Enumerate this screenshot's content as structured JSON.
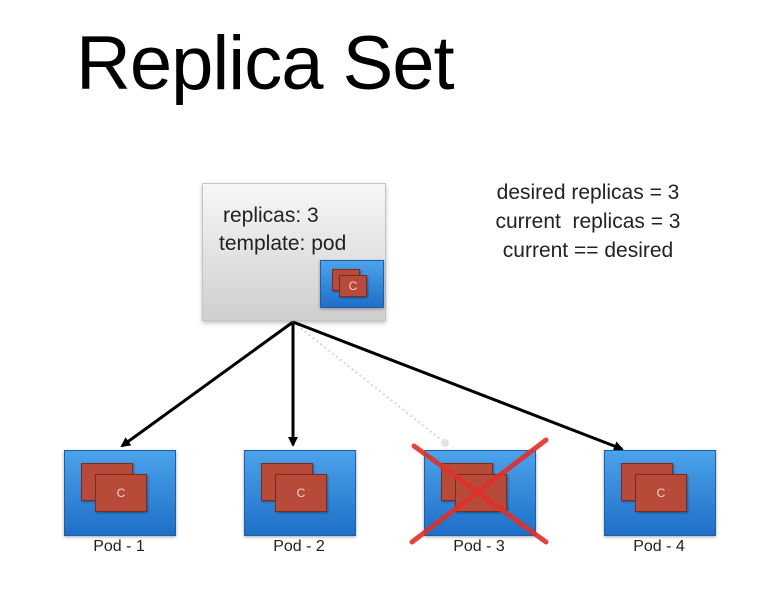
{
  "title": "Replica Set",
  "replica_set": {
    "replicas_line": "replicas: 3",
    "template_line": "template: pod",
    "container_letter": "C"
  },
  "status": {
    "line1": "desired replicas = 3",
    "line2": "current  replicas = 3",
    "line3": "current == desired"
  },
  "pods": [
    {
      "label": "Pod - 1",
      "container_letter": "C",
      "deleted": false
    },
    {
      "label": "Pod - 2",
      "container_letter": "C",
      "deleted": false
    },
    {
      "label": "Pod - 3",
      "container_letter": "",
      "deleted": true
    },
    {
      "label": "Pod - 4",
      "container_letter": "C",
      "deleted": false
    }
  ],
  "colors": {
    "pod_blue": "#2e86de",
    "container_red": "#b84a3a",
    "delete_cross": "#e0302a",
    "arrow": "#000000"
  }
}
